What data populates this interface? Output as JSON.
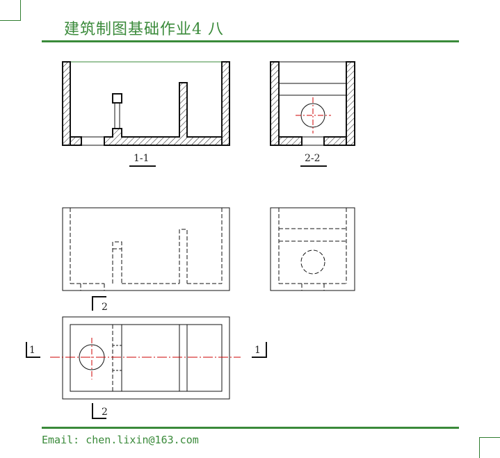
{
  "page": {
    "title": "建筑制图基础作业4  八",
    "footer": "Email: chen.lixin@163.com"
  },
  "labels": {
    "section_1": "1-1",
    "section_2": "2-2",
    "cut_2_top": "2",
    "cut_2_bottom": "2",
    "cut_1_left": "1",
    "cut_1_right": "1"
  },
  "colors": {
    "accent": "#3a8a3a",
    "line": "#111111",
    "centerline": "#cc0000"
  }
}
